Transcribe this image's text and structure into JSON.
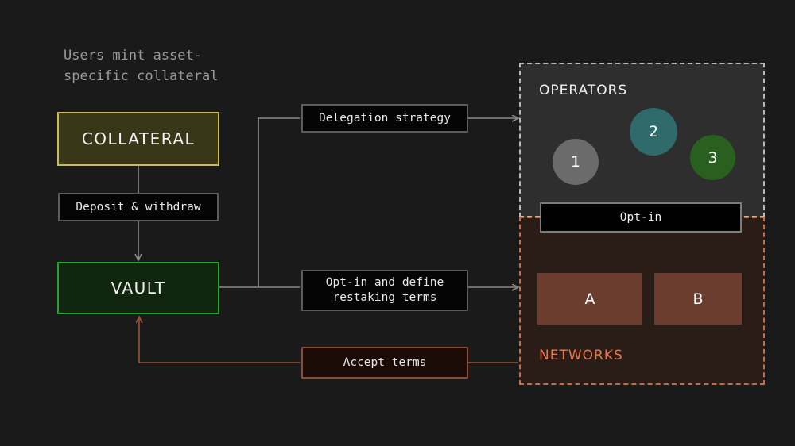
{
  "diagram": {
    "title_note": "Users mint asset-\nspecific collateral",
    "background": "#1a1a1a"
  },
  "nodes": {
    "collateral": {
      "label": "COLLATERAL",
      "border_color": "#c8bc52",
      "fill_color": "#3a3719"
    },
    "vault": {
      "label": "VAULT",
      "border_color": "#1fa52b",
      "fill_color": "#10260f"
    },
    "optin": {
      "label": "Opt-in",
      "border_color": "#7d7d7d",
      "fill_color": "#000000"
    }
  },
  "edge_labels": {
    "deposit": "Deposit & withdraw",
    "delegation": "Delegation strategy",
    "optin_terms": "Opt-in and define\nrestaking terms",
    "accept_terms": "Accept terms"
  },
  "panels": {
    "operators": {
      "title": "OPERATORS",
      "border_color": "#b8b8b8",
      "fill_color": "#2e2e2e"
    },
    "networks": {
      "title": "NETWORKS",
      "border_color": "#c96b40",
      "fill_color": "#2a1c17",
      "title_color": "#e8764a"
    }
  },
  "operators": [
    {
      "label": "1",
      "color": "#6b6b6b"
    },
    {
      "label": "2",
      "color": "#2f6b6b"
    },
    {
      "label": "3",
      "color": "#29601f"
    }
  ],
  "networks": [
    {
      "label": "A",
      "color": "#6b3d2e"
    },
    {
      "label": "B",
      "color": "#6b3d2e"
    }
  ],
  "wire_colors": {
    "grey": "#8a8a8a",
    "teal": "#3d7d75",
    "green": "#2f8a2f",
    "orange": "#9c5435"
  }
}
